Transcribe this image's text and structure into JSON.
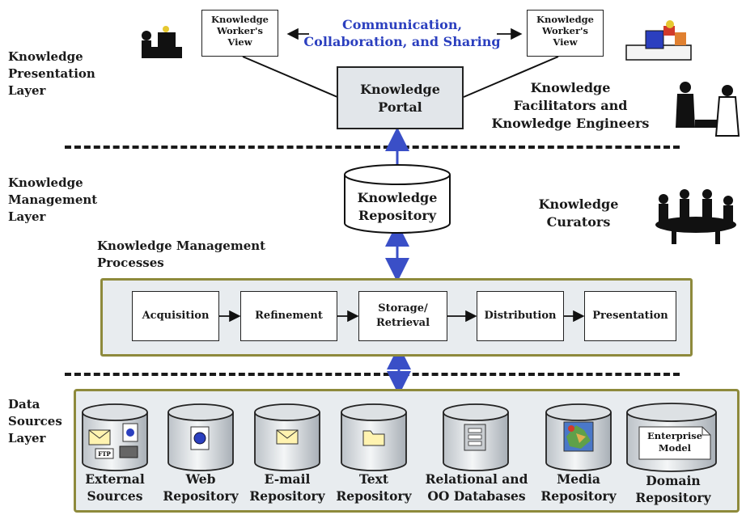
{
  "layers": {
    "presentation": "Knowledge\nPresentation\nLayer",
    "management": "Knowledge\nManagement\nLayer",
    "data_sources": "Data\nSources\nLayer"
  },
  "views": {
    "left": "Knowledge\nWorker's\nView",
    "right": "Knowledge\nWorker's\nView"
  },
  "communication": "Communication,\nCollaboration, and Sharing",
  "portal": "Knowledge\nPortal",
  "facilitators": "Knowledge\nFacilitators and\nKnowledge Engineers",
  "repository": "Knowledge\nRepository",
  "curators": "Knowledge\nCurators",
  "processes_title": "Knowledge Management\nProcesses",
  "processes": [
    "Acquisition",
    "Refinement",
    "Storage/\nRetrieval",
    "Distribution",
    "Presentation"
  ],
  "data_sources": [
    {
      "label": "External\nSources",
      "icon": "external-sources-icon"
    },
    {
      "label": "Web\nRepository",
      "icon": "web-page-icon"
    },
    {
      "label": "E-mail\nRepository",
      "icon": "envelope-icon"
    },
    {
      "label": "Text\nRepository",
      "icon": "folder-icon"
    },
    {
      "label": "Relational and\nOO Databases",
      "icon": "database-table-icon"
    },
    {
      "label": "Media\nRepository",
      "icon": "map-image-icon"
    },
    {
      "label": "Domain\nRepository",
      "icon": "document-icon",
      "doc_text": "Enterprise\nModel"
    }
  ],
  "icon_text": {
    "ftp": "FTP"
  },
  "colors": {
    "accent_blue": "#2b3fbf",
    "arrow_blue": "#3a4fc7",
    "panel_border": "#8e8a3c",
    "panel_fill": "#e8ecef"
  }
}
